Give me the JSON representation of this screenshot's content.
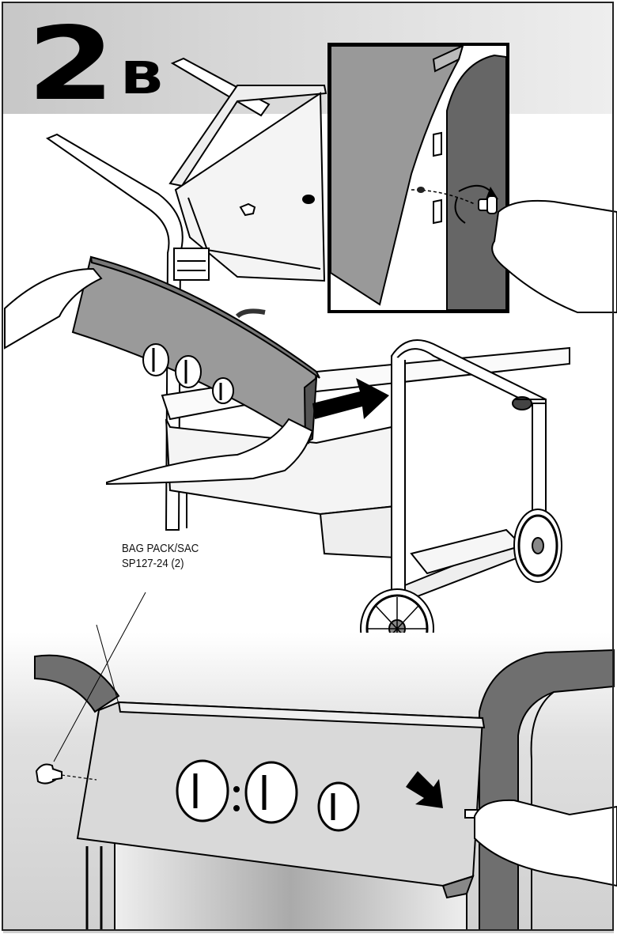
{
  "step": {
    "number": "2",
    "letter": "B"
  },
  "callout": {
    "part_name": "BAG PACK/SAC",
    "part_code": "SP127-24 (2)"
  },
  "colors": {
    "header_band": "#d4d4d4",
    "panel": "#9a9a9a",
    "frame": "#6f6f6f",
    "line": "#000000"
  },
  "icons": [
    "arrow-icon",
    "rotation-arrow-icon",
    "hand-icon",
    "wheel-icon",
    "knob-icon",
    "bolt-icon"
  ]
}
